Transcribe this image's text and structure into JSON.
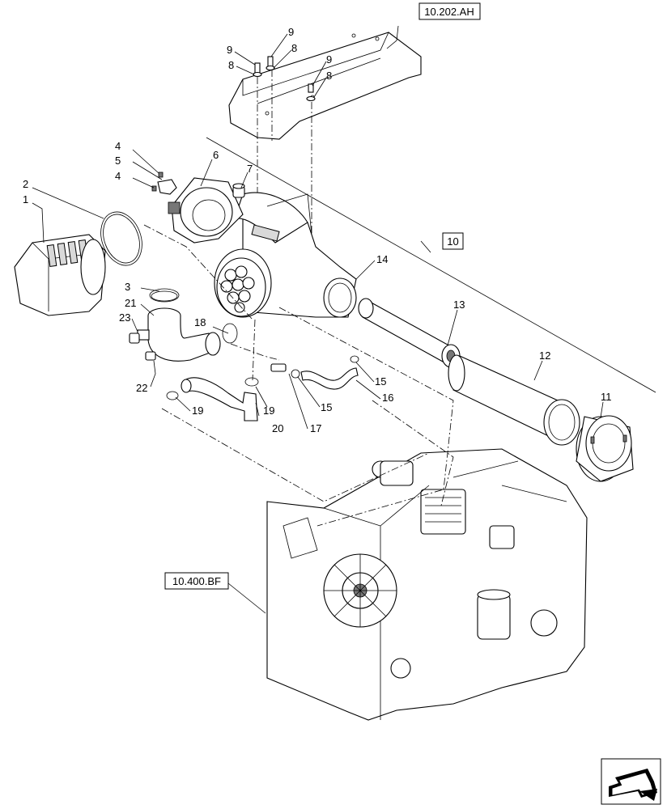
{
  "references": {
    "top_ref": "10.202.AH",
    "main_ref": "10",
    "engine_ref": "10.400.BF"
  },
  "callouts": {
    "c1": "1",
    "c2": "2",
    "c3": "3",
    "c4a": "4",
    "c4b": "4",
    "c5": "5",
    "c6": "6",
    "c7": "7",
    "c8a": "8",
    "c8b": "8",
    "c8c": "8",
    "c9a": "9",
    "c9b": "9",
    "c9c": "9",
    "c11": "11",
    "c12": "12",
    "c13": "13",
    "c14": "14",
    "c15a": "15",
    "c15b": "15",
    "c16": "16",
    "c17": "17",
    "c18": "18",
    "c19a": "19",
    "c19b": "19",
    "c20": "20",
    "c21": "21",
    "c22": "22",
    "c23": "23"
  },
  "nav": {
    "icon": "next-page-arrow-icon"
  }
}
